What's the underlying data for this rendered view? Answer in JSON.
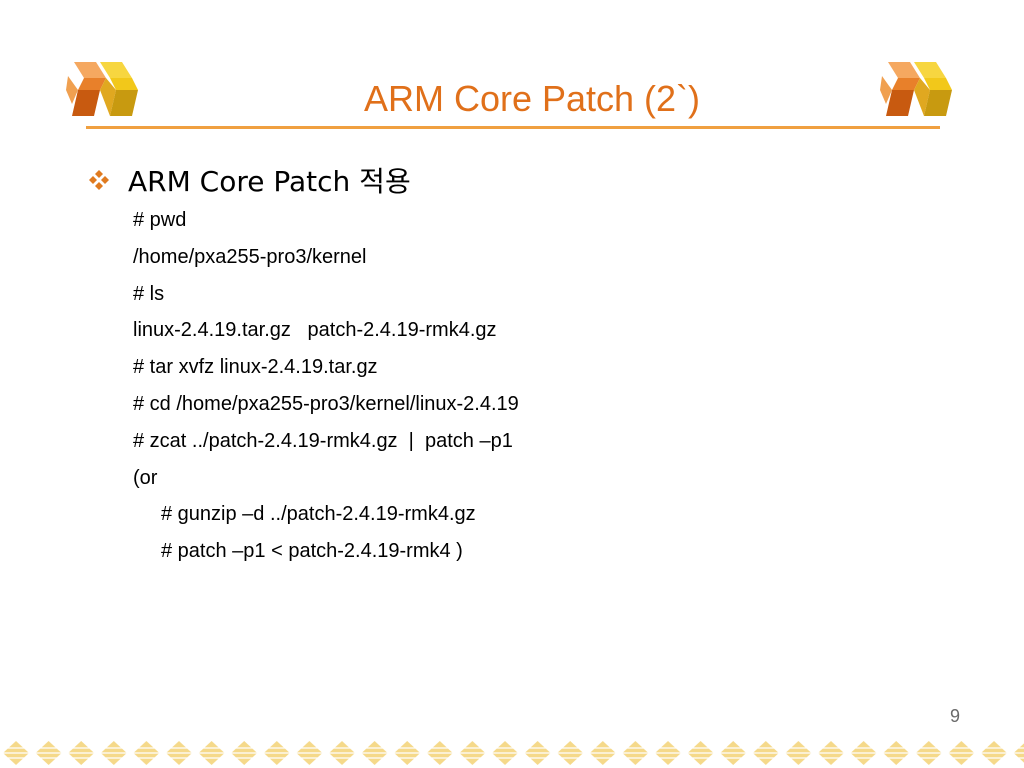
{
  "slide": {
    "title": "ARM Core Patch (2`)",
    "bullet": "ARM Core Patch 적용",
    "lines": [
      "# pwd",
      "/home/pxa255-pro3/kernel",
      "# ls",
      "linux-2.4.19.tar.gz   patch-2.4.19-rmk4.gz",
      "# tar xvfz linux-2.4.19.tar.gz",
      "# cd /home/pxa255-pro3/kernel/linux-2.4.19",
      "# zcat ../patch-2.4.19-rmk4.gz  |  patch –p1",
      "(or",
      "# gunzip –d ../patch-2.4.19-rmk4.gz",
      "# patch –p1 < patch-2.4.19-rmk4 )"
    ],
    "page_number": "9"
  },
  "colors": {
    "title": "#e0701a",
    "rule": "#f0a040",
    "bullet": "#e07b20",
    "logo_orange": "#e8802a",
    "logo_yellow": "#f2c81a",
    "logo_dark_orange": "#c85a10",
    "logo_dark_yellow": "#c89a10",
    "footer_pattern": "#f5d98a"
  },
  "icons": {
    "bullet": "four-diamond-bullet-icon",
    "logo": "book-blocks-logo-icon"
  }
}
